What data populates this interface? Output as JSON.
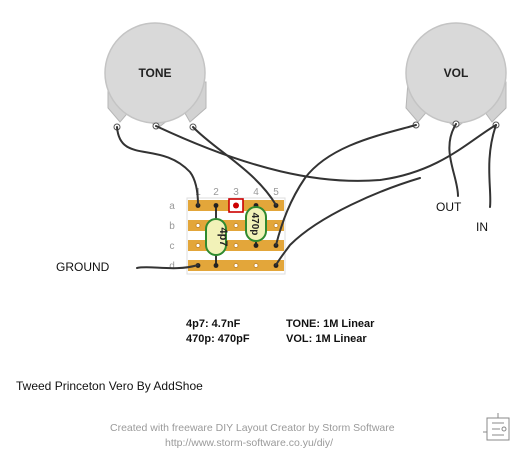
{
  "pots": {
    "tone": {
      "label": "TONE"
    },
    "vol": {
      "label": "VOL"
    }
  },
  "board": {
    "columns": [
      "1",
      "2",
      "3",
      "4",
      "5"
    ],
    "rows": [
      "a",
      "b",
      "c",
      "d"
    ],
    "colors": {
      "strip": "#e3a63a",
      "board": "#ffffff",
      "wire": "#333333",
      "cap_body": "#f2f2b8",
      "cap_outline": "#2f8a2f",
      "cut": "#cc0000"
    }
  },
  "components": {
    "cap1": "4p7",
    "cap2": "470p"
  },
  "labels": {
    "out": "OUT",
    "in": "IN",
    "ground": "GROUND"
  },
  "legend": {
    "left": [
      "4p7: 4.7nF",
      "470p: 470pF"
    ],
    "right": [
      "TONE: 1M Linear",
      "VOL: 1M Linear"
    ]
  },
  "title": "Tweed Princeton Vero By AddShoe",
  "credits": {
    "line1": "Created with freeware DIY Layout Creator by Storm Software",
    "line2": "http://www.storm-software.co.yu/diy/"
  }
}
